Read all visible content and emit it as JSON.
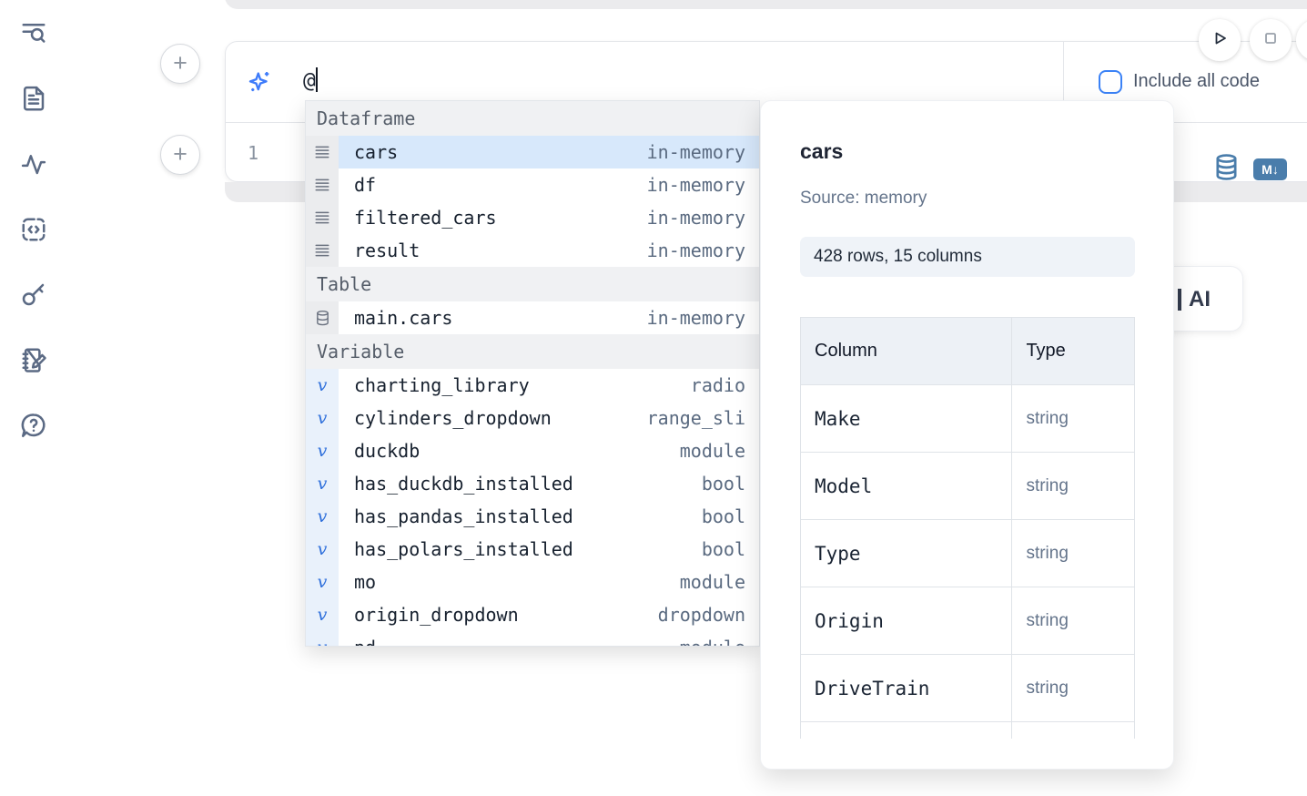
{
  "colors": {
    "accent_blue": "#3b82f6",
    "sparkle_blue": "#3e7bfa",
    "steel_blue": "#4a7dab",
    "selection_blue": "#d7e8fb",
    "sidebar_icon": "#5b6a84"
  },
  "sidebar": {
    "items": [
      {
        "icon": "search-list-icon"
      },
      {
        "icon": "document-icon"
      },
      {
        "icon": "activity-icon"
      },
      {
        "icon": "code-snippet-icon"
      },
      {
        "icon": "key-icon"
      },
      {
        "icon": "notebook-edit-icon"
      },
      {
        "icon": "help-chat-icon"
      }
    ]
  },
  "toolbar": {
    "run_icon": "play",
    "stop_icon": "stop"
  },
  "prompt": {
    "value": "@",
    "include_all_code_label": "Include all code",
    "checkbox_checked": false
  },
  "cell": {
    "line_number": "1",
    "markdown_badge": "M↓"
  },
  "ai_button": {
    "label": "AI"
  },
  "autocomplete": {
    "sections": [
      {
        "label": "Dataframe",
        "items": [
          {
            "name": "cars",
            "detail": "in-memory",
            "selected": true
          },
          {
            "name": "df",
            "detail": "in-memory"
          },
          {
            "name": "filtered_cars",
            "detail": "in-memory"
          },
          {
            "name": "result",
            "detail": "in-memory"
          }
        ]
      },
      {
        "label": "Table",
        "items": [
          {
            "name": "main.cars",
            "detail": "in-memory"
          }
        ]
      },
      {
        "label": "Variable",
        "items": [
          {
            "name": "charting_library",
            "detail": "radio"
          },
          {
            "name": "cylinders_dropdown",
            "detail": "range_sli"
          },
          {
            "name": "duckdb",
            "detail": "module"
          },
          {
            "name": "has_duckdb_installed",
            "detail": "bool"
          },
          {
            "name": "has_pandas_installed",
            "detail": "bool"
          },
          {
            "name": "has_polars_installed",
            "detail": "bool"
          },
          {
            "name": "mo",
            "detail": "module"
          },
          {
            "name": "origin_dropdown",
            "detail": "dropdown"
          },
          {
            "name": "pd",
            "detail": "module"
          }
        ]
      }
    ]
  },
  "preview": {
    "title": "cars",
    "source_label": "Source: memory",
    "shape_badge": "428 rows, 15 columns",
    "table": {
      "headers": [
        "Column",
        "Type"
      ],
      "rows": [
        [
          "Make",
          "string"
        ],
        [
          "Model",
          "string"
        ],
        [
          "Type",
          "string"
        ],
        [
          "Origin",
          "string"
        ],
        [
          "DriveTrain",
          "string"
        ]
      ]
    }
  }
}
